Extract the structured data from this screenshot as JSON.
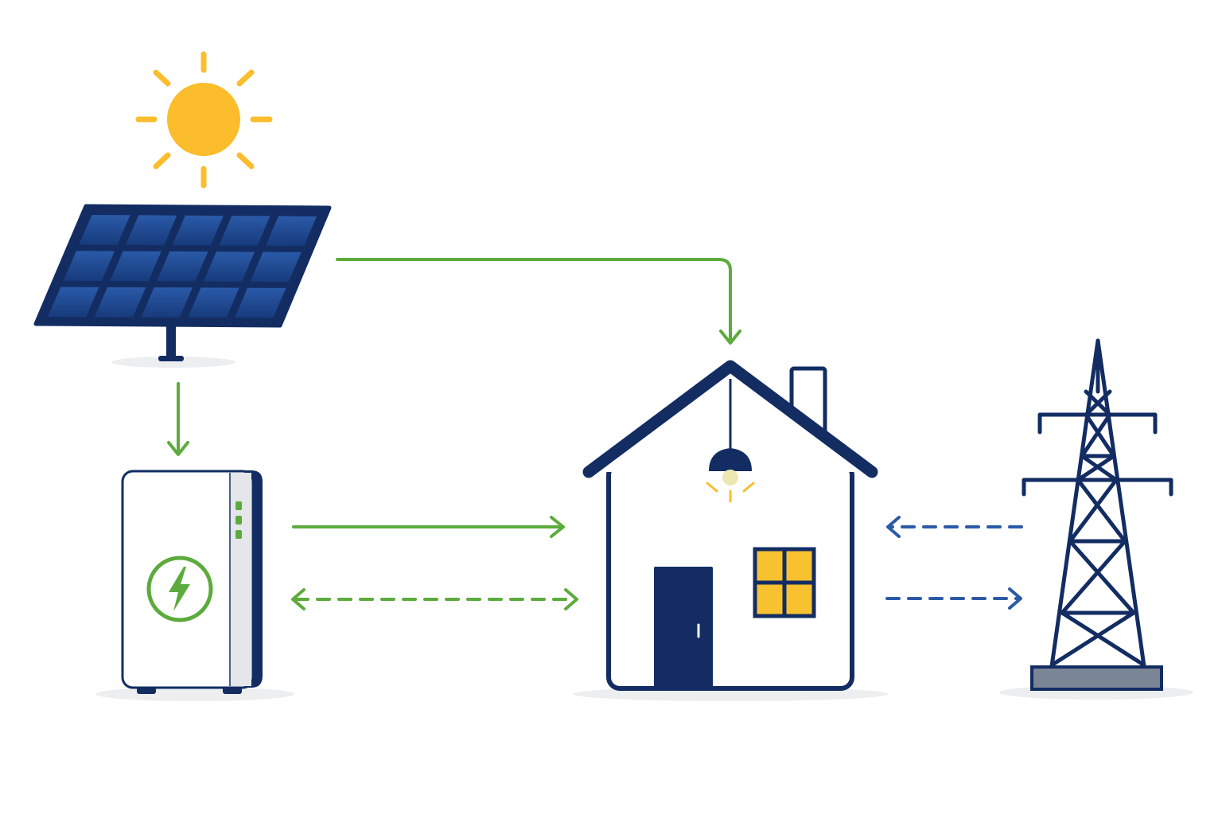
{
  "colors": {
    "navy": "#132d63",
    "panel_blue": "#2a5aa8",
    "panel_dark": "#173b7c",
    "sun_yellow": "#fbbd2b",
    "window_yellow": "#f8c130",
    "flow_green": "#5cab3c",
    "grid_blue": "#2c5aa6",
    "battery_side": "#e4e6ea",
    "ground_shadow": "#eceef0",
    "tower_base": "#7a8696"
  },
  "icons": {
    "sun": "sun-icon",
    "solar_panel": "solar-panel-icon",
    "battery": "battery-icon",
    "house": "house-icon",
    "pylon": "power-pylon-icon",
    "lamp": "ceiling-lamp-icon",
    "bolt": "lightning-bolt-icon"
  },
  "flows": [
    {
      "from": "solar_panel",
      "to": "house",
      "style": "solid",
      "color": "green",
      "direction": "one-way"
    },
    {
      "from": "solar_panel",
      "to": "battery",
      "style": "solid",
      "color": "green",
      "direction": "one-way"
    },
    {
      "from": "battery",
      "to": "house",
      "style": "solid",
      "color": "green",
      "direction": "one-way"
    },
    {
      "from": "battery",
      "to": "house",
      "style": "dashed",
      "color": "green",
      "direction": "two-way"
    },
    {
      "from": "grid",
      "to": "house",
      "style": "dashed",
      "color": "blue",
      "direction": "one-way"
    },
    {
      "from": "house",
      "to": "grid",
      "style": "dashed",
      "color": "blue",
      "direction": "one-way"
    }
  ]
}
